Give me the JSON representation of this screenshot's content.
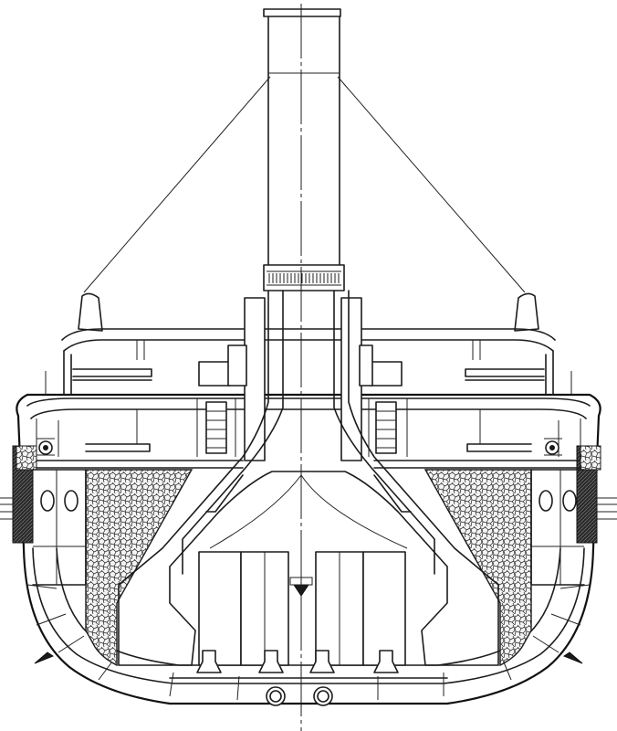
{
  "drawing": {
    "kind": "ship-midship-cross-section",
    "features": [
      "funnel",
      "funnel-stays",
      "upper-deck",
      "main-deck",
      "coal-bunkers",
      "boiler-uptakes",
      "boilers",
      "double-bottom",
      "portholes",
      "bilge-keels",
      "centerline"
    ],
    "colors": {
      "ink": "#1c1c1c",
      "paper": "#ffffff",
      "coal": "#9a9a9a"
    }
  }
}
